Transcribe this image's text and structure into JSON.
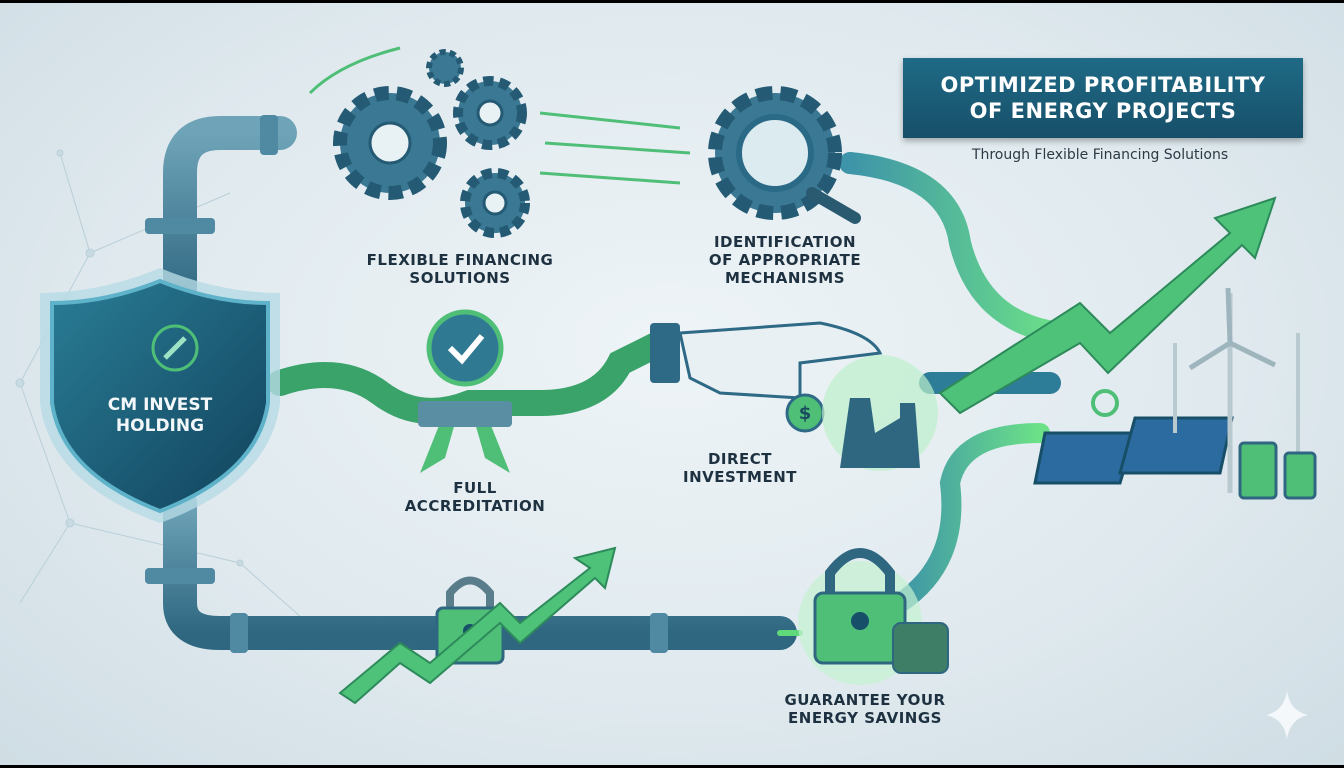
{
  "banner": {
    "title_line1": "OPTIMIZED PROFITABILITY",
    "title_line2": "OF ENERGY PROJECTS",
    "subtitle": "Through Flexible Financing Solutions"
  },
  "shield": {
    "line1": "CM INVEST",
    "line2": "HOLDING"
  },
  "steps": {
    "flexible": {
      "line1": "FLEXIBLE FINANCING",
      "line2": "SOLUTIONS"
    },
    "identification": {
      "line1": "IDENTIFICATION",
      "line2": "OF APPROPRIATE",
      "line3": "MECHANISMS"
    },
    "accreditation": {
      "line1": "FULL",
      "line2": "ACCREDITATION"
    },
    "investment": {
      "line1": "DIRECT",
      "line2": "INVESTMENT"
    },
    "guarantee": {
      "line1": "GUARANTEE YOUR",
      "line2": "ENERGY SAVINGS"
    }
  },
  "colors": {
    "pipe": "#3f7f98",
    "green": "#3fbf6a",
    "navy": "#174f69"
  }
}
